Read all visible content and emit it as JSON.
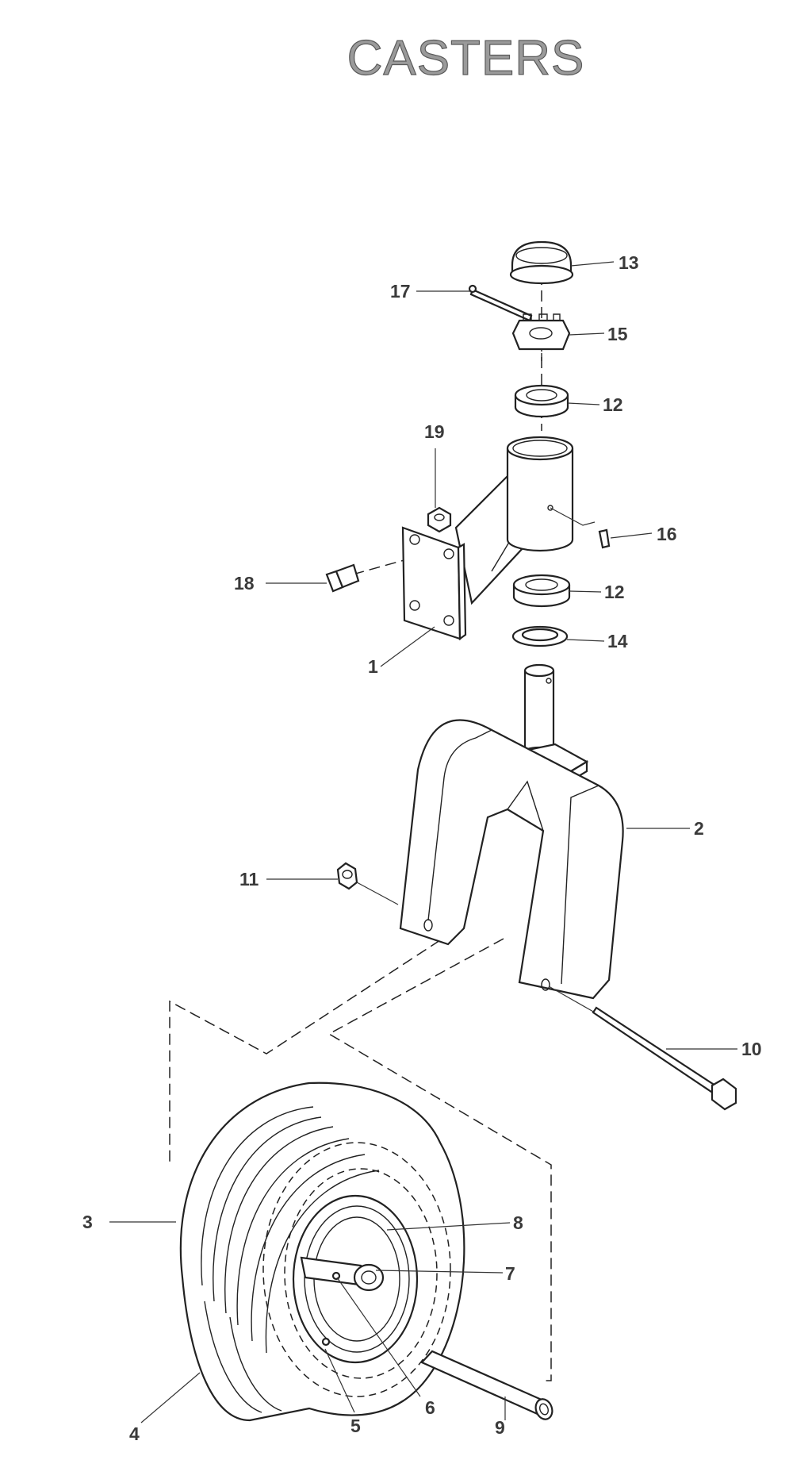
{
  "title": "CASTERS",
  "callouts": [
    "1",
    "2",
    "3",
    "4",
    "5",
    "6",
    "7",
    "8",
    "9",
    "10",
    "11",
    "12",
    "12",
    "13",
    "14",
    "15",
    "16",
    "17",
    "18",
    "19"
  ]
}
